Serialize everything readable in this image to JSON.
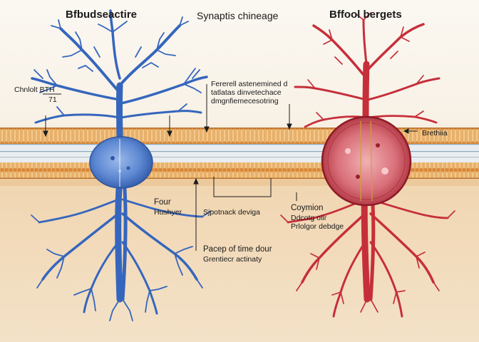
{
  "titles": {
    "left": "Bfbudseactire",
    "center": "Synaptis chineage",
    "right": "Bffool bergets"
  },
  "labels": {
    "top_left_1": "Chnlolt BTH",
    "top_left_2": "71",
    "top_center_1": "Fererell astenemined d",
    "top_center_2": "tatlatas dinvetechace",
    "top_center_3": "dmgnfiemecesotring",
    "right_side": "Brethiia",
    "left_mid_1": "Four",
    "left_mid_2": "Hushyer",
    "center_mid": "Sjpotnack deviga",
    "right_mid_1": "Coymion",
    "right_mid_2": "Ddcotg olir",
    "right_mid_3": "Prlolgor debdge",
    "bottom_center_1": "Pacep of time dour",
    "bottom_center_2": "Grentiecr actinaty"
  },
  "colors": {
    "background": "#f6efe3",
    "membrane": "#e3a45a",
    "membrane_dark": "#b77531",
    "blue_neuron": "#3f6fc4",
    "red_neuron": "#c9323d"
  }
}
